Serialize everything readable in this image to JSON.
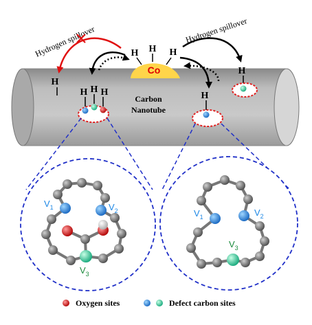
{
  "labels": {
    "spillover_left": "Hydrogen spillover",
    "spillover_right": "Hydrogen spillover",
    "co": "Co",
    "carbon": "Carbon",
    "nanotube": "Nanotube",
    "h": "H",
    "v": "V",
    "sub1": "1",
    "sub2": "2",
    "sub3": "3"
  },
  "legend": {
    "oxygen": "Oxygen sites",
    "defect": "Defect carbon sites"
  },
  "colors": {
    "tube": "#c4c4c4",
    "co_blob": "#ffd54a",
    "co_text": "#e00000",
    "forbidden_arrow": "#e01010",
    "zoom_line": "#1f2fc8",
    "defect_ring": "#e02020",
    "carbon_atom": "#777777",
    "vacancy_blue": "#2a8fe0",
    "vacancy_green": "#2fd39a",
    "oxygen_atom": "#e01010",
    "v_label_blue": "#1e88e5",
    "v_label_green": "#1b8a3c"
  },
  "icons": [
    "blocked-cross-icon",
    "curved-arrow-icon",
    "dotted-arrow-icon"
  ]
}
